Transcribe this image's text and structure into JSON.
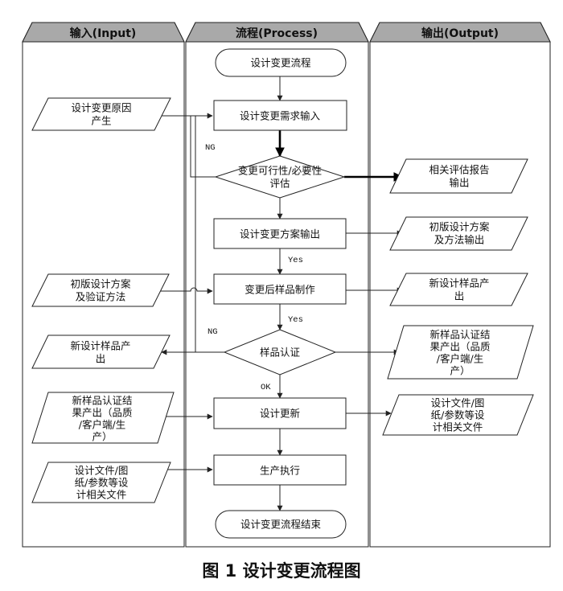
{
  "lanes": {
    "input": "输入(Input)",
    "process": "流程(Process)",
    "output": "输出(Output)"
  },
  "process": {
    "start": [
      "设计变更流程"
    ],
    "demand_input": [
      "设计变更需求输入"
    ],
    "feasibility": [
      "变更可行性/必要性",
      "评估"
    ],
    "plan_output": [
      "设计变更方案输出"
    ],
    "sample_make": [
      "变更后样品制作"
    ],
    "sample_cert": [
      "样品认证"
    ],
    "design_update": [
      "设计更新"
    ],
    "production": [
      "生产执行"
    ],
    "end": [
      "设计变更流程结束"
    ]
  },
  "inputs": {
    "change_reason": [
      "设计变更原因",
      "产生"
    ],
    "first_plan": [
      "初版设计方案",
      "及验证方法"
    ],
    "new_sample_fail": [
      "新设计样品产",
      "出"
    ],
    "cert_result": [
      "新样品认证结",
      "果产出（品质",
      "/客户端/生",
      "产）"
    ],
    "design_files": [
      "设计文件/图",
      "纸/参数等设",
      "计相关文件"
    ]
  },
  "outputs": {
    "eval_report": [
      "相关评估报告",
      "输出"
    ],
    "first_plan_out": [
      "初版设计方案",
      "及方法输出"
    ],
    "new_sample_out": [
      "新设计样品产",
      "出"
    ],
    "cert_result_out": [
      "新样品认证结",
      "果产出（品质",
      "/客户端/生",
      "产）"
    ],
    "design_files_out": [
      "设计文件/图",
      "纸/参数等设",
      "计相关文件"
    ]
  },
  "edge_labels": {
    "ng1": "NG",
    "yes1": "Yes",
    "yes2": "Yes",
    "ng2": "NG",
    "ok": "OK"
  },
  "caption": "图 1  设计变更流程图"
}
